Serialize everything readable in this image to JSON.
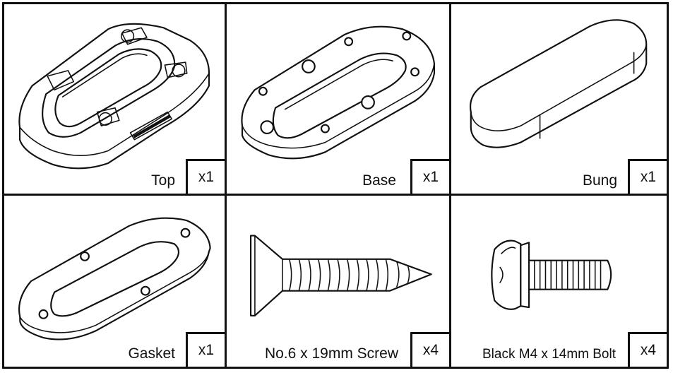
{
  "parts": [
    {
      "label": "Top",
      "qty": "x1",
      "icon": "cable-entry-top-icon"
    },
    {
      "label": "Base",
      "qty": "x1",
      "icon": "cable-entry-base-icon"
    },
    {
      "label": "Bung",
      "qty": "x1",
      "icon": "bung-icon"
    },
    {
      "label": "Gasket",
      "qty": "x1",
      "icon": "gasket-icon"
    },
    {
      "label": "No.6 x 19mm Screw",
      "qty": "x4",
      "icon": "countersunk-screw-icon"
    },
    {
      "label": "Black M4 x 14mm Bolt",
      "qty": "x4",
      "icon": "pan-head-bolt-icon"
    }
  ]
}
